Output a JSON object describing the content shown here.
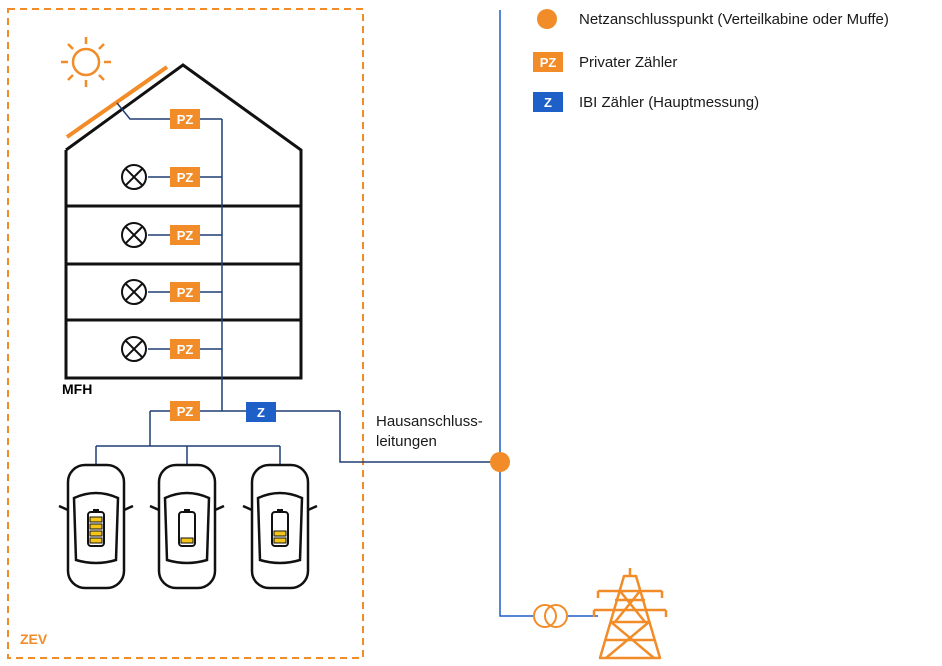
{
  "legend": {
    "netzanschluss": "Netzanschlusspunkt (Verteilkabine oder Muffe)",
    "privater_zaehler": "Privater Zähler",
    "ibi_zaehler": "IBI Zähler (Hauptmessung)",
    "pz_symbol": "PZ",
    "z_symbol": "Z"
  },
  "labels": {
    "mfh": "MFH",
    "zev": "ZEV",
    "hausanschluss_line1": "Hausanschluss-",
    "hausanschluss_line2": "leitungen"
  },
  "meters": {
    "pz": "PZ",
    "z": "Z"
  },
  "colors": {
    "orange": "#f28c28",
    "blue": "#1f5fc8",
    "wire": "#1f3f73",
    "black": "#111111"
  }
}
